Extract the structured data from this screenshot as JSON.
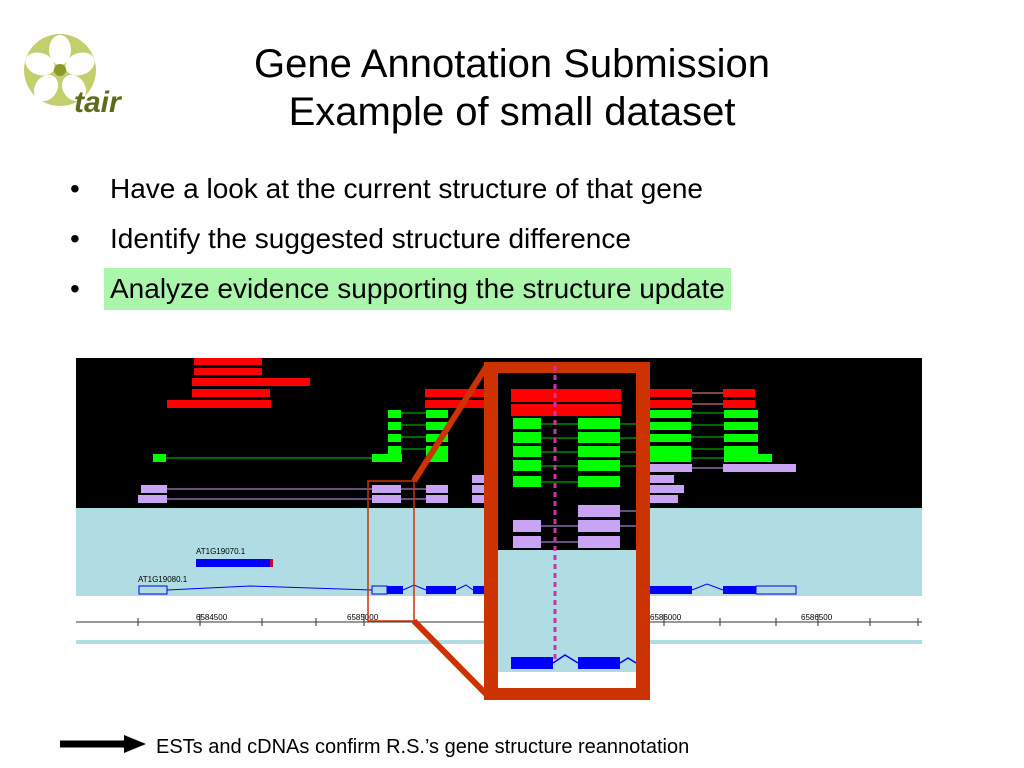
{
  "logo": {
    "text": "tair",
    "icon": "flower-icon"
  },
  "title": {
    "line1": "Gene Annotation Submission",
    "line2": "Example of small dataset"
  },
  "bullets": [
    {
      "text": "Have a look at the current structure of that gene",
      "highlight": false
    },
    {
      "text": "Identify the suggested structure difference",
      "highlight": false
    },
    {
      "text": "Analyze evidence supporting the structure update",
      "highlight": true
    }
  ],
  "bullet_symbol": "•",
  "gene_browser": {
    "gene_models": [
      "AT1G19070.1",
      "AT1G19080.1"
    ],
    "axis_ticks": [
      "6584500",
      "6585000",
      "6586000",
      "6586500"
    ],
    "colors": {
      "background_top": "#000000",
      "background_bottom": "#afdde3",
      "red_track": "#ff0000",
      "green_track": "#00ff00",
      "purple_track": "#c9a4f5",
      "gene_model": "#0000ff",
      "zoom_frame": "#cc3300",
      "split_site_marker": "#cc33aa"
    }
  },
  "footer": {
    "icon": "arrow-right-icon",
    "text": "ESTs and cDNAs confirm R.S.’s gene structure reannotation"
  }
}
